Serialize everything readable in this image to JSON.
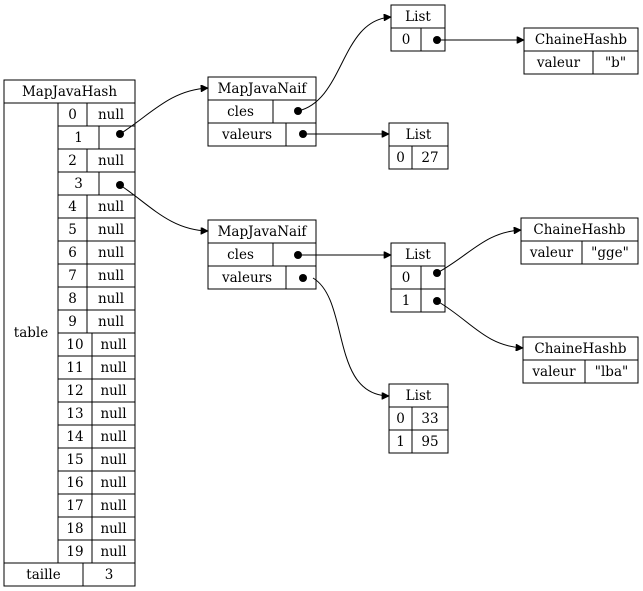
{
  "map": {
    "title": "MapJavaHash",
    "table_label": "table",
    "rows": [
      {
        "index": "0",
        "value": "null"
      },
      {
        "index": "1",
        "value": ""
      },
      {
        "index": "2",
        "value": "null"
      },
      {
        "index": "3",
        "value": ""
      },
      {
        "index": "4",
        "value": "null"
      },
      {
        "index": "5",
        "value": "null"
      },
      {
        "index": "6",
        "value": "null"
      },
      {
        "index": "7",
        "value": "null"
      },
      {
        "index": "8",
        "value": "null"
      },
      {
        "index": "9",
        "value": "null"
      },
      {
        "index": "10",
        "value": "null"
      },
      {
        "index": "11",
        "value": "null"
      },
      {
        "index": "12",
        "value": "null"
      },
      {
        "index": "13",
        "value": "null"
      },
      {
        "index": "14",
        "value": "null"
      },
      {
        "index": "15",
        "value": "null"
      },
      {
        "index": "16",
        "value": "null"
      },
      {
        "index": "17",
        "value": "null"
      },
      {
        "index": "18",
        "value": "null"
      },
      {
        "index": "19",
        "value": "null"
      }
    ],
    "size_label": "taille",
    "size_value": "3"
  },
  "naif1": {
    "title": "MapJavaNaif",
    "cles": "cles",
    "valeurs": "valeurs"
  },
  "naif2": {
    "title": "MapJavaNaif",
    "cles": "cles",
    "valeurs": "valeurs"
  },
  "list_keys1": {
    "title": "List",
    "rows": [
      {
        "index": "0"
      }
    ]
  },
  "list_vals1": {
    "title": "List",
    "rows": [
      {
        "index": "0",
        "value": "27"
      }
    ]
  },
  "list_keys2": {
    "title": "List",
    "rows": [
      {
        "index": "0"
      },
      {
        "index": "1"
      }
    ]
  },
  "list_vals2": {
    "title": "List",
    "rows": [
      {
        "index": "0",
        "value": "33"
      },
      {
        "index": "1",
        "value": "95"
      }
    ]
  },
  "str_b": {
    "title": "ChaineHashb",
    "field": "valeur",
    "value": "\"b\""
  },
  "str_gge": {
    "title": "ChaineHashb",
    "field": "valeur",
    "value": "\"gge\""
  },
  "str_lba": {
    "title": "ChaineHashb",
    "field": "valeur",
    "value": "\"lba\""
  }
}
